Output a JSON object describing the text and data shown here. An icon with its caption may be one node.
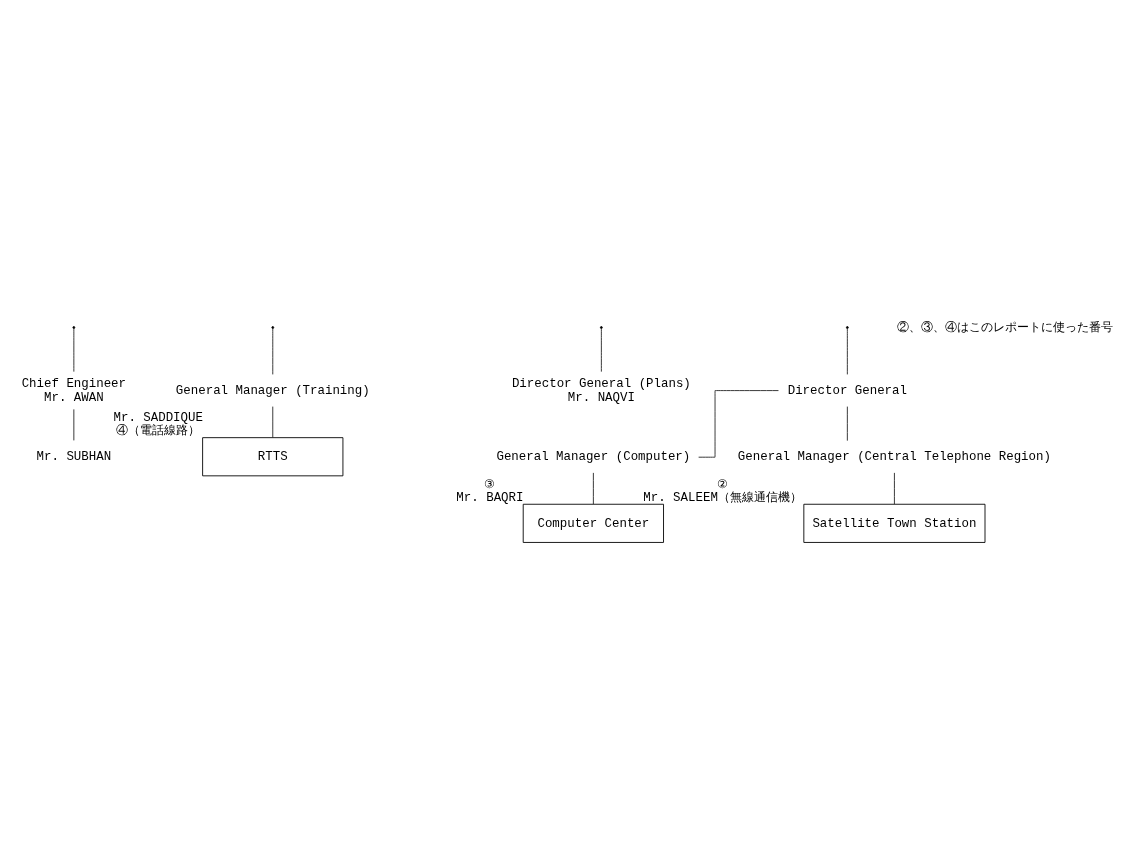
{
  "diagram": {
    "nodes": [
      {
        "text": [
          "Chief Engineer",
          "Mr. AWAN"
        ]
      },
      {
        "text": [
          "Mr. SUBHAN"
        ]
      },
      {
        "text": [
          "General Manager (Training)"
        ]
      },
      {
        "text": [
          "RTTS"
        ],
        "beside": [
          "Mr. SADDIQUE",
          "④（電話線路）"
        ]
      },
      {
        "text": [
          "Director General (Plans)",
          "Mr. NAQVI"
        ]
      },
      {
        "text": [
          "Director General"
        ]
      },
      {
        "text": [
          "General Manager (Computer)"
        ]
      },
      {
        "text": [
          "Computer Center"
        ],
        "beside": [
          "③",
          "Mr. BAQRI"
        ]
      },
      {
        "text": [
          "General Manager (Central Telephone Region)"
        ]
      },
      {
        "text": [
          "Satellite Town Station"
        ],
        "beside": [
          "②",
          "Mr. SALEEM（無線通信機）"
        ]
      }
    ],
    "edges": [
      {
        "from": null,
        "to": 0,
        "arrow": "none"
      },
      {
        "from": null,
        "to": 2,
        "arrow": "none"
      },
      {
        "from": 0,
        "to": 1,
        "arrow": "none"
      },
      {
        "from": 2,
        "to": 3,
        "arrow": "none"
      },
      {
        "from": null,
        "to": 4,
        "arrow": "none"
      },
      {
        "from": null,
        "to": 5,
        "arrow": "none"
      },
      {
        "from": 5,
        "to": 6,
        "arrow": "none"
      },
      {
        "from": 5,
        "to": 8,
        "arrow": "none"
      },
      {
        "from": 6,
        "to": 7,
        "arrow": "none"
      },
      {
        "from": 8,
        "to": 9,
        "arrow": "none"
      }
    ],
    "labels": [
      "②、③、④はこのレポートに使った番号"
    ]
  }
}
